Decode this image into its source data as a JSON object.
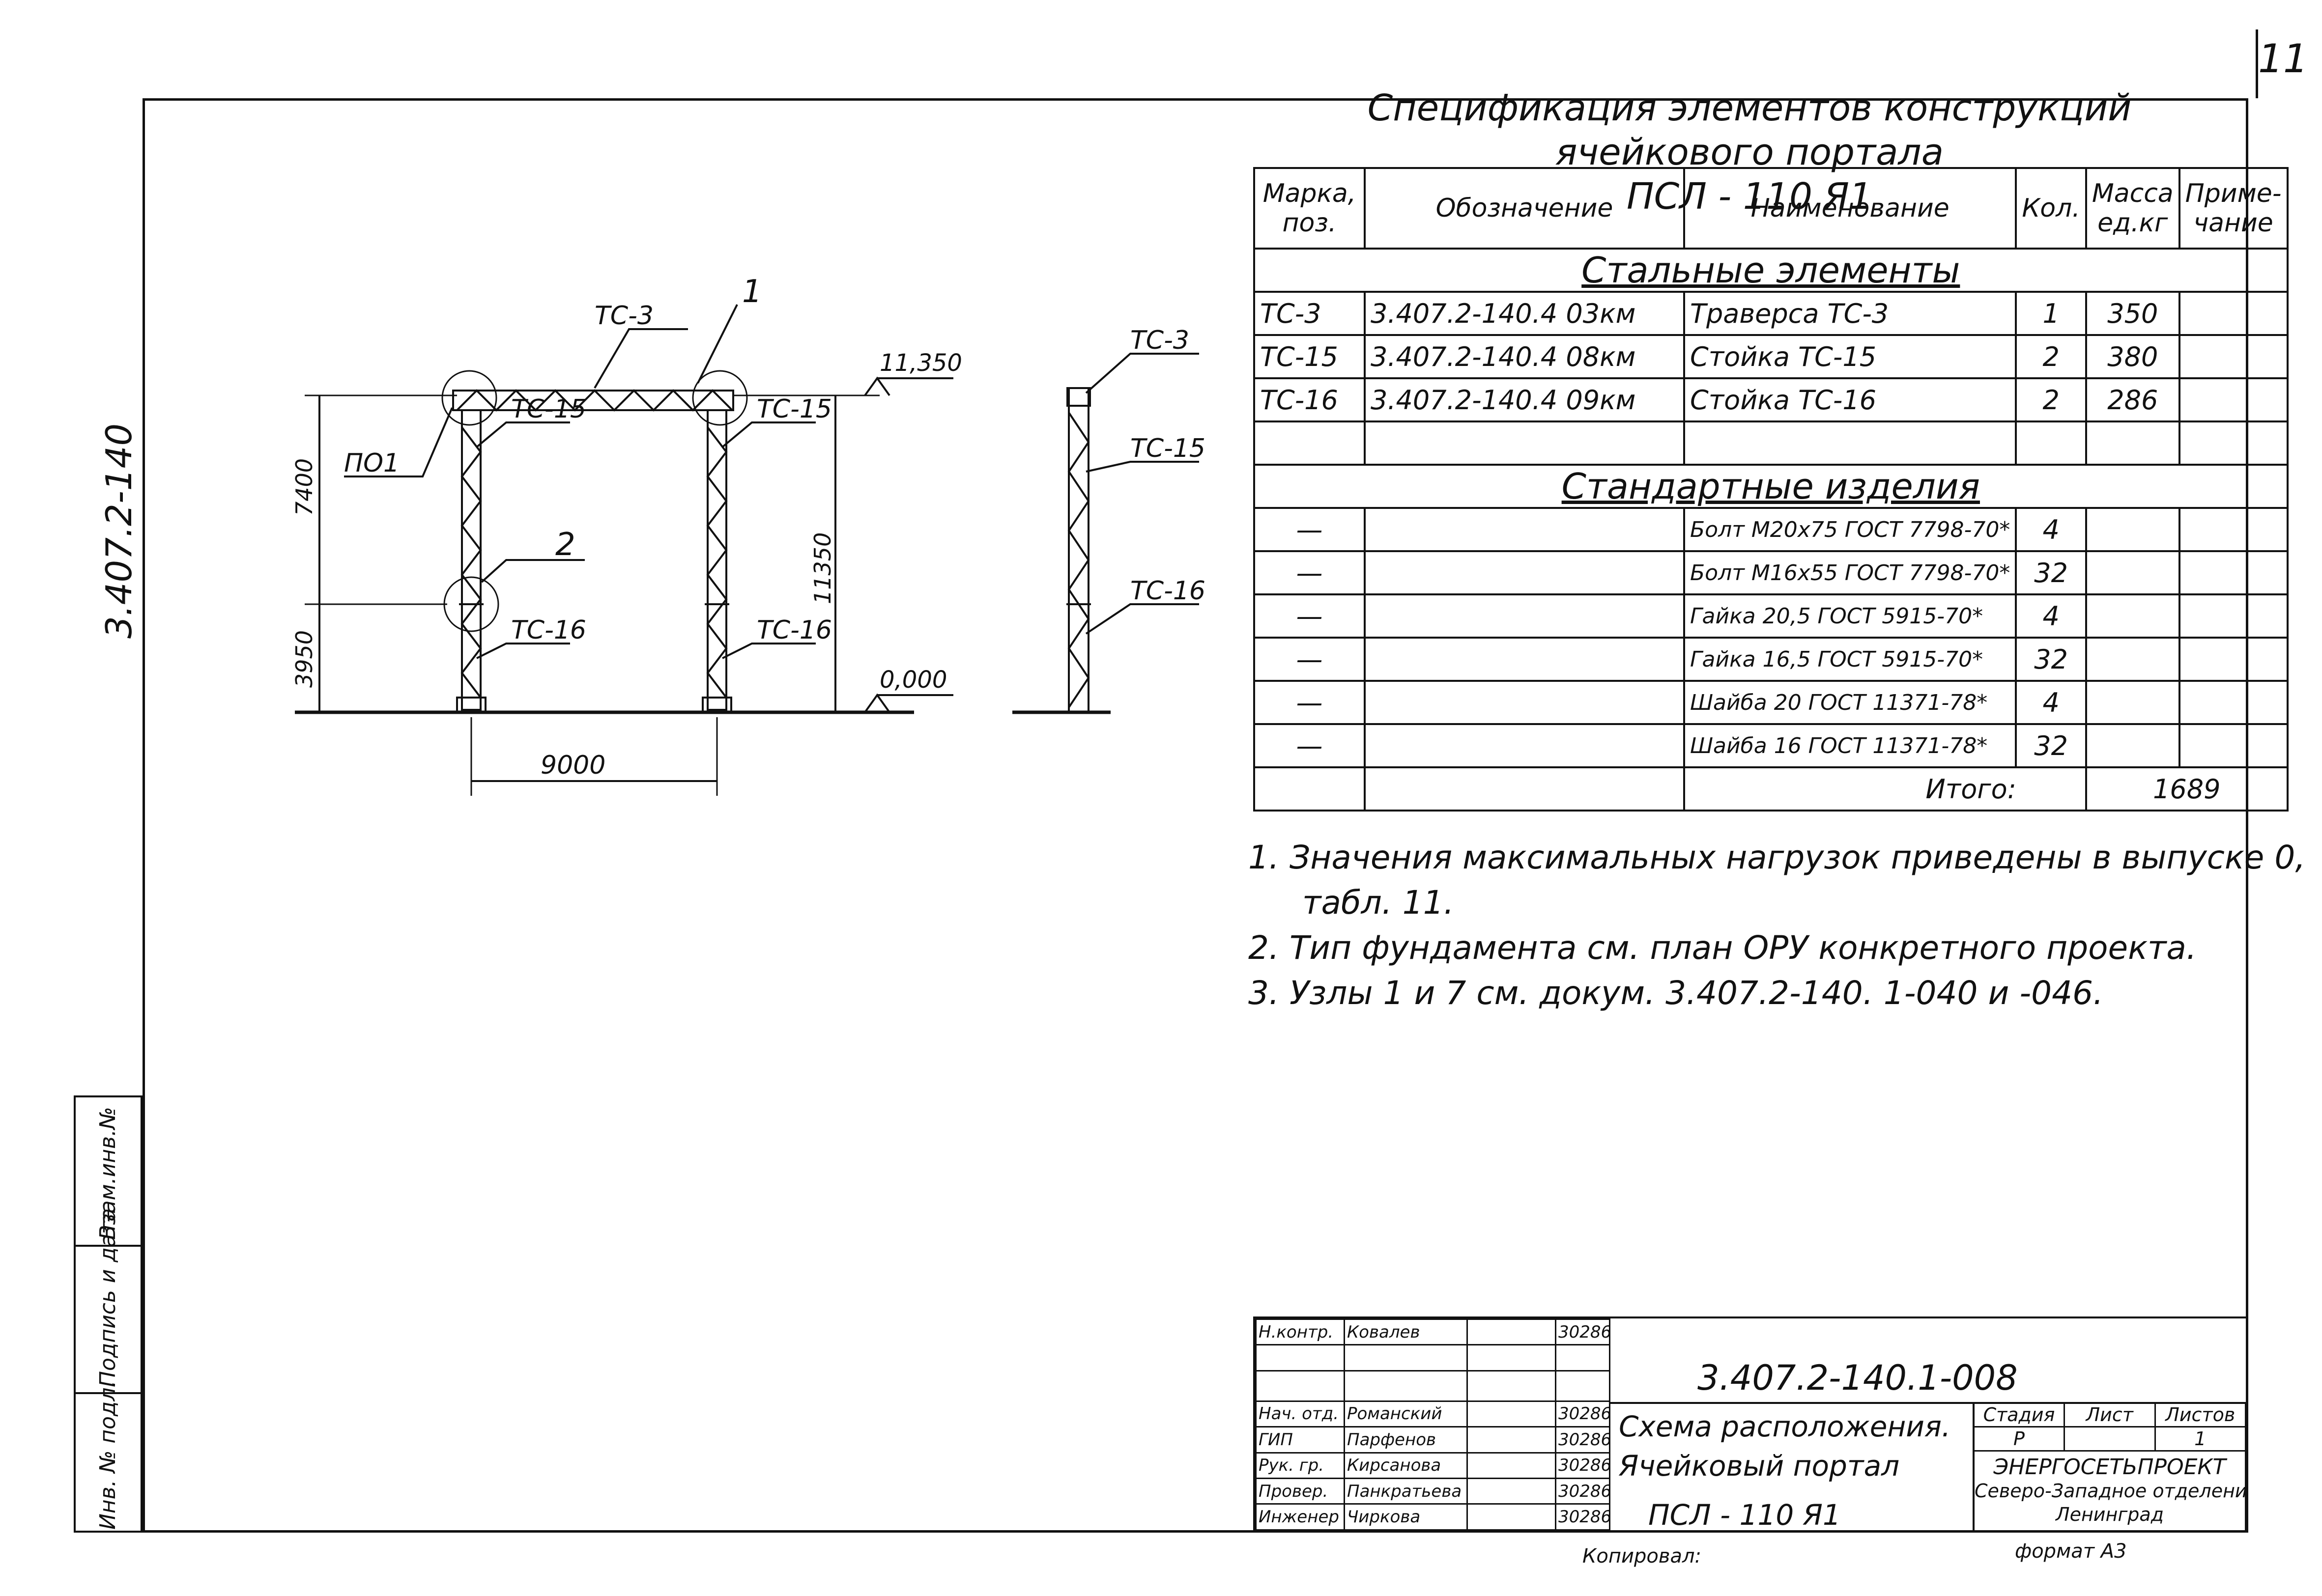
{
  "page_number": "11",
  "side_code": "3.407.2-140",
  "side_stamp": [
    "Инв. № подл.",
    "Подпись и дата",
    "Взам.инв.№"
  ],
  "spec": {
    "title": "Спецификация элементов конструкций ячейкового портала",
    "subtitle": "ПСЛ - 110 Я1",
    "headers": [
      "Марка, поз.",
      "Обозначение",
      "Наименование",
      "Кол.",
      "Масса ед.кг",
      "Приме- чание"
    ],
    "section_steel": "Стальные элементы",
    "steel_rows": [
      {
        "mark": "ТС-3",
        "designation": "3.407.2-140.4 03км",
        "name": "Траверса ТС-3",
        "qty": "1",
        "mass": "350"
      },
      {
        "mark": "ТС-15",
        "designation": "3.407.2-140.4 08км",
        "name": "Стойка ТС-15",
        "qty": "2",
        "mass": "380"
      },
      {
        "mark": "ТС-16",
        "designation": "3.407.2-140.4 09км",
        "name": "Стойка ТС-16",
        "qty": "2",
        "mass": "286"
      }
    ],
    "section_std": "Стандартные изделия",
    "std_rows": [
      {
        "mark": "—",
        "name": "Болт М20х75 ГОСТ 7798-70*",
        "qty": "4"
      },
      {
        "mark": "—",
        "name": "Болт М16х55 ГОСТ 7798-70*",
        "qty": "32"
      },
      {
        "mark": "—",
        "name": "Гайка 20,5 ГОСТ 5915-70*",
        "qty": "4"
      },
      {
        "mark": "—",
        "name": "Гайка 16,5 ГОСТ 5915-70*",
        "qty": "32"
      },
      {
        "mark": "—",
        "name": "Шайба 20 ГОСТ 11371-78*",
        "qty": "4"
      },
      {
        "mark": "—",
        "name": "Шайба 16 ГОСТ 11371-78*",
        "qty": "32"
      }
    ],
    "total_label": "Итого:",
    "total_value": "1689"
  },
  "notes": [
    "1. Значения максимальных нагрузок приведены в выпуске 0,",
    "табл. 11.",
    "2. Тип фундамента см. план ОРУ конкретного проекта.",
    "3. Узлы 1 и 7 см. докум. 3.407.2-140. 1-040 и -046."
  ],
  "drawing": {
    "labels": {
      "ts3": "ТС-3",
      "ts15": "ТС-15",
      "ts16": "ТС-16",
      "node1": "1",
      "node2": "2",
      "pd1": "ПО1",
      "elev_top": "11,350",
      "elev_zero": "0,000",
      "dim_7400": "7400",
      "dim_3950": "3950",
      "dim_11350": "11350",
      "dim_9000": "9000"
    }
  },
  "title_block": {
    "code": "3.407.2-140.1-008",
    "people": [
      {
        "role": "Н.контр.",
        "name": "Ковалев",
        "date": "30286"
      },
      {
        "role": "",
        "name": "",
        "date": ""
      },
      {
        "role": "Нач. отд.",
        "name": "Романский",
        "date": "30286"
      },
      {
        "role": "ГИП",
        "name": "Парфенов",
        "date": "30286"
      },
      {
        "role": "Рук. гр.",
        "name": "Кирсанова",
        "date": "30286"
      },
      {
        "role": "Провер.",
        "name": "Панкратьева",
        "date": "30286"
      },
      {
        "role": "Инженер",
        "name": "Чиркова",
        "date": "30286"
      }
    ],
    "title_lines": [
      "Схема расположения.",
      "Ячейковый портал",
      "ПСЛ - 110 Я1"
    ],
    "stage_headers": [
      "Стадия",
      "Лист",
      "Листов"
    ],
    "stage_values": [
      "Р",
      "",
      "1"
    ],
    "org": "ЭНЕРГОСЕТЬПРОЕКТ",
    "org_sub": "Северо-Западное отделение",
    "org_city": "Ленинград"
  },
  "footer": {
    "copied": "Копировал:",
    "format": "формат А3"
  }
}
